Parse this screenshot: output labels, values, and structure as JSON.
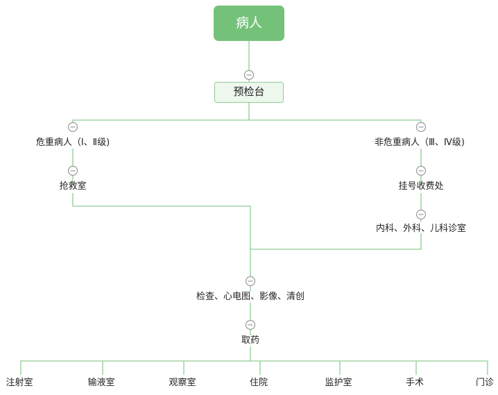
{
  "colors": {
    "line": "#8fcc93",
    "root_fill": "#74c27a",
    "root_text": "#ffffff",
    "triage_fill": "#eef7ee",
    "toggle": "#999999"
  },
  "nodes": {
    "root": "病人",
    "triage": "预检台",
    "critical": "危重病人（Ⅰ、Ⅱ级)",
    "rescue_room": "抢救室",
    "noncritical": "非危重病人（Ⅲ、Ⅳ级)",
    "registration": "挂号收费处",
    "clinics": "内科、外科、儿科诊室",
    "exams": "检查、心电图、影像、清创",
    "pharmacy": "取药",
    "destinations": [
      "注射室",
      "输液室",
      "观察室",
      "住院",
      "监护室",
      "手术",
      "门诊"
    ]
  },
  "toggle_icon": "collapse-minus-icon"
}
